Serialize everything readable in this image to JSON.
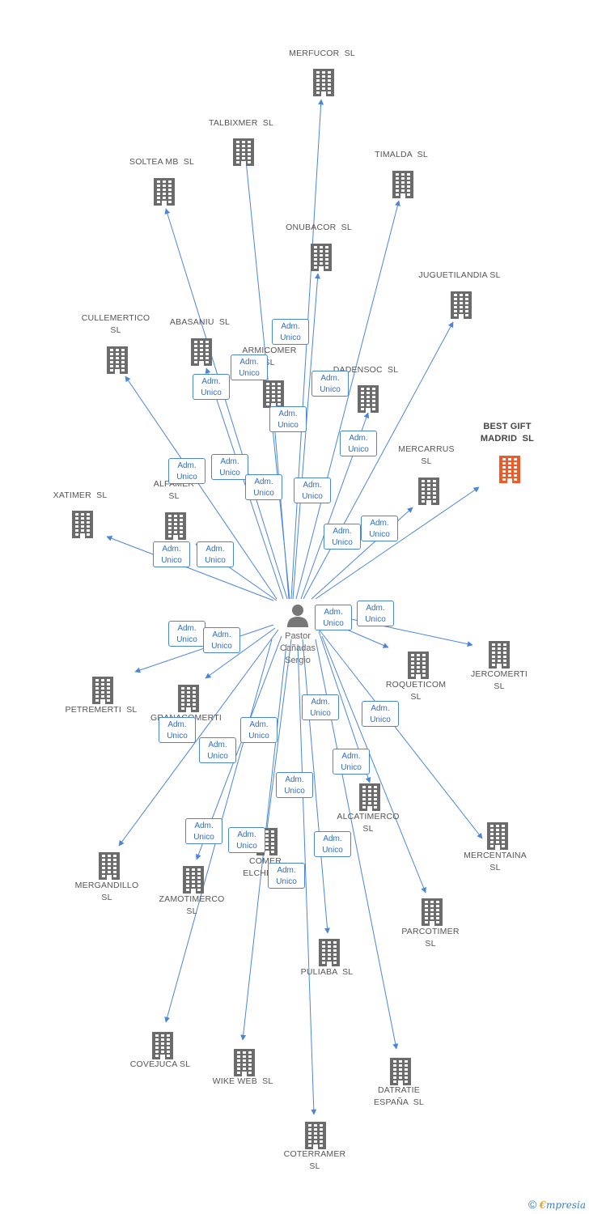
{
  "person": {
    "name": "Pastor\nCañadas\nSergio"
  },
  "relation_label": {
    "line1": "Adm.",
    "line2": "Unico"
  },
  "colors": {
    "edge": "#4a86d8",
    "building": "#6b6b6b",
    "highlight": "#f05a28"
  },
  "companies": [
    {
      "id": "merfucor",
      "name": "MERFUCOR  SL",
      "highlight": false
    },
    {
      "id": "talbixmer",
      "name": "TALBIXMER  SL",
      "highlight": false
    },
    {
      "id": "soltea-mb",
      "name": "SOLTEA MB  SL",
      "highlight": false
    },
    {
      "id": "timalda",
      "name": "TIMALDA  SL",
      "highlight": false
    },
    {
      "id": "onubacor",
      "name": "ONUBACOR  SL",
      "highlight": false
    },
    {
      "id": "juguetilandia",
      "name": "JUGUETILANDIA SL",
      "highlight": false
    },
    {
      "id": "cullemertico",
      "name": "CULLEMERTICO\nSL",
      "highlight": false
    },
    {
      "id": "abasaniu",
      "name": "ABASANIU  SL",
      "highlight": false
    },
    {
      "id": "armicomer",
      "name": "ARMICOMER\nSL",
      "highlight": false
    },
    {
      "id": "dadensoc",
      "name": "DADENSOC  SL",
      "highlight": false
    },
    {
      "id": "best-gift-madrid",
      "name": "BEST GIFT\nMADRID  SL",
      "highlight": true
    },
    {
      "id": "mercarrus",
      "name": "MERCARRUS\nSL",
      "highlight": false
    },
    {
      "id": "xatimer",
      "name": "XATIMER  SL",
      "highlight": false
    },
    {
      "id": "alfamer",
      "name": "ALFAMER\nSL",
      "highlight": false
    },
    {
      "id": "petremerti",
      "name": "PETREMERTI  SL",
      "highlight": false
    },
    {
      "id": "granacomerti",
      "name": "GRANACOMERTI\nSL",
      "highlight": false
    },
    {
      "id": "roqueticom",
      "name": "ROQUETICOM\nSL",
      "highlight": false
    },
    {
      "id": "jercomerti",
      "name": "JERCOMERTI\nSL",
      "highlight": false
    },
    {
      "id": "alcatimerco",
      "name": "ALCATIMERCO\nSL",
      "highlight": false
    },
    {
      "id": "mercentaina",
      "name": "MERCENTAINA\nSL",
      "highlight": false
    },
    {
      "id": "mergandillo",
      "name": "MERGANDILLO\nSL",
      "highlight": false
    },
    {
      "id": "zamotimerco",
      "name": "ZAMOTIMERCO\nSL",
      "highlight": false
    },
    {
      "id": "comer-elche",
      "name": "COMER\nELCHE  SL",
      "highlight": false
    },
    {
      "id": "puliaba",
      "name": "PULIABA  SL",
      "highlight": false
    },
    {
      "id": "parcotimer",
      "name": "PARCOTIMER\nSL",
      "highlight": false
    },
    {
      "id": "covejuca",
      "name": "COVEJUCA SL",
      "highlight": false
    },
    {
      "id": "wike-web",
      "name": "WIKE WEB  SL",
      "highlight": false
    },
    {
      "id": "datratie-espana",
      "name": "DATRATIE\nESPAÑA  SL",
      "highlight": false
    },
    {
      "id": "coterramer",
      "name": "COTERRAMER\nSL",
      "highlight": false
    }
  ],
  "footer": {
    "copyright": "©",
    "brand_initial": "€",
    "brand_rest": "mpresia"
  }
}
